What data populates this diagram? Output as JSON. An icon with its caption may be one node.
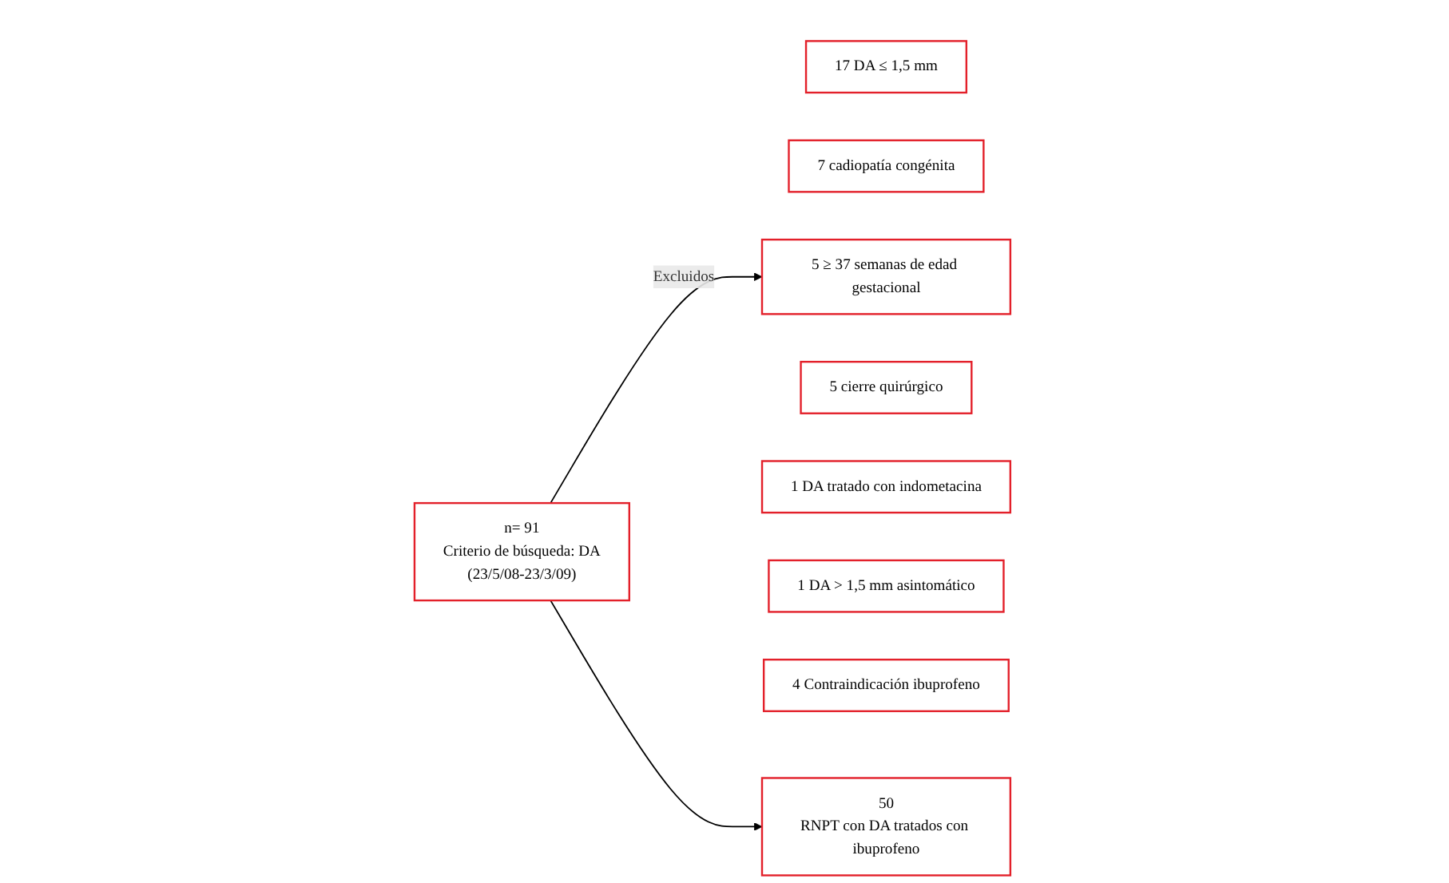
{
  "diagram": {
    "nodes": [
      {
        "text": [
          "n= 91",
          "Criterio de búsqueda: DA",
          "(23/5/08-23/3/09)"
        ]
      },
      {
        "text": [
          "17 DA ≤ 1,5 mm"
        ]
      },
      {
        "text": [
          "7 cadiopatía congénita"
        ]
      },
      {
        "text": [
          "5 ≥ 37 semanas de edad gestacional"
        ]
      },
      {
        "text": [
          "5 cierre quirúrgico"
        ]
      },
      {
        "text": [
          "1 DA tratado con indometacina"
        ]
      },
      {
        "text": [
          "1 DA > 1,5 mm asintomático"
        ]
      },
      {
        "text": [
          "4 Contraindicación ibuprofeno"
        ]
      },
      {
        "text": [
          "50",
          "RNPT con DA tratados con ibuprofeno"
        ]
      }
    ],
    "edges": [
      {
        "from": 0,
        "to": 3,
        "arrow": "to",
        "label": "Excluidos"
      },
      {
        "from": 0,
        "to": 8,
        "arrow": "to"
      }
    ]
  }
}
